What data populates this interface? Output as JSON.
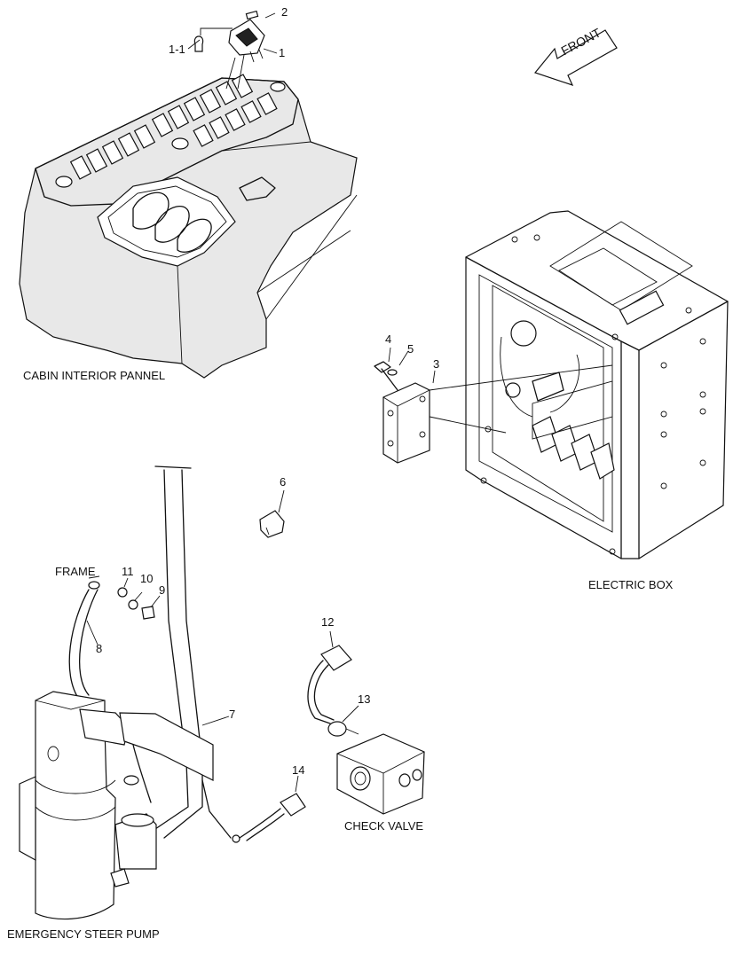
{
  "labels": {
    "cabin": "CABIN INTERIOR PANNEL",
    "electric_box": "ELECTRIC BOX",
    "frame": "FRAME",
    "check_valve": "CHECK VALVE",
    "pump": "EMERGENCY STEER PUMP",
    "front": "FRONT"
  },
  "callouts": {
    "p1_1": "1-1",
    "p1": "1",
    "p2": "2",
    "p3": "3",
    "p4": "4",
    "p5": "5",
    "p6": "6",
    "p7": "7",
    "p8": "8",
    "p9": "9",
    "p10": "10",
    "p11": "11",
    "p12": "12",
    "p13": "13",
    "p14": "14"
  },
  "colors": {
    "line": "#111111",
    "panel_fill": "#e8e8e8",
    "background": "#ffffff"
  }
}
